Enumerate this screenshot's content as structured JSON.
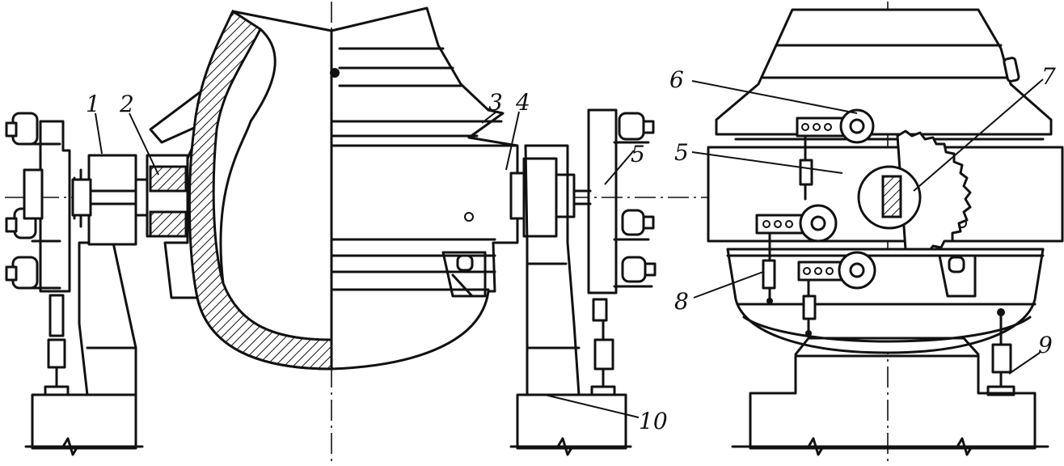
{
  "labels": {
    "l1": "1",
    "l2": "2",
    "l3": "3",
    "l4": "4",
    "l5a": "5",
    "l5b": "5",
    "l6": "6",
    "l7": "7",
    "l8": "8",
    "l9": "9",
    "l10": "10"
  }
}
